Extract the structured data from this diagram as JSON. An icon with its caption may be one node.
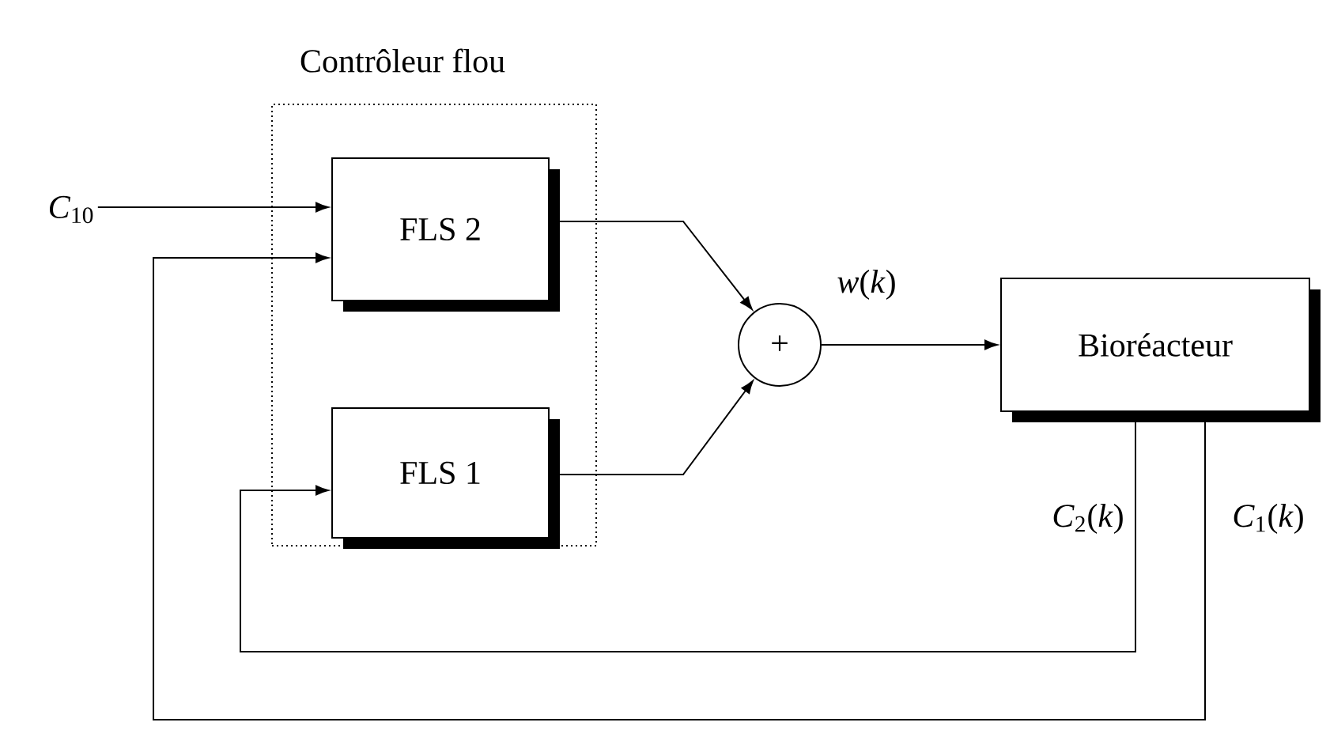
{
  "diagram": {
    "nodes": [
      {
        "text": [
          "Contrôleur flou"
        ]
      },
      {
        "text": [
          "FLS 2"
        ],
        "in": 0
      },
      {
        "text": [
          "FLS 1"
        ],
        "in": 0
      },
      {
        "text": [
          "+"
        ]
      },
      {
        "text": [
          "Bioréacteur"
        ]
      },
      {
        "text": [
          "*C*$_{10}$"
        ]
      }
    ],
    "edges": [
      {
        "from": 5,
        "to": 1,
        "arrow": "to"
      },
      {
        "from": 4,
        "to": 1,
        "arrow": "to",
        "label": "*C*$_{1}$(*k*)"
      },
      {
        "from": 4,
        "to": 2,
        "arrow": "to",
        "label": "*C*$_{2}$(*k*)"
      },
      {
        "from": 1,
        "to": 3,
        "arrow": "to"
      },
      {
        "from": 2,
        "to": 3,
        "arrow": "to"
      },
      {
        "from": 3,
        "to": 4,
        "arrow": "to",
        "label": "*w*(*k*)"
      }
    ]
  }
}
